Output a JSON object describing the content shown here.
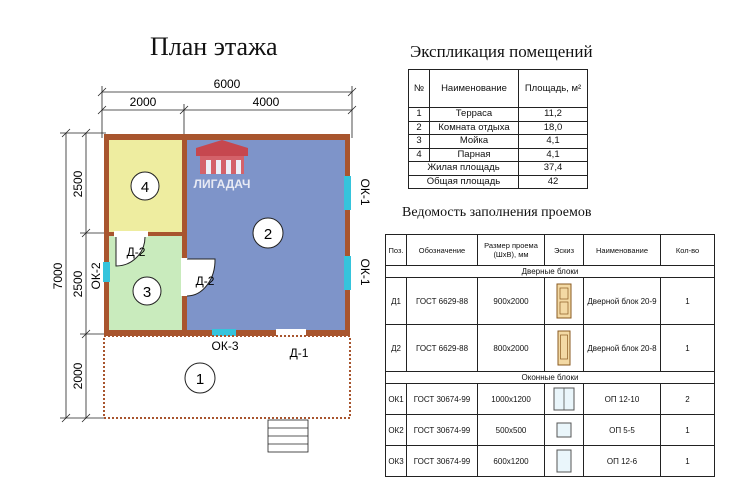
{
  "plan": {
    "title": "План этажа",
    "dims": {
      "top_total": "6000",
      "top_left": "2000",
      "top_right": "4000",
      "left_total": "7000",
      "left_a": "2500",
      "left_b": "2500",
      "left_c": "2000"
    },
    "rooms": [
      "4",
      "2",
      "3",
      "1"
    ],
    "labels": {
      "d2_a": "Д-2",
      "d2_b": "Д-2",
      "d1": "Д-1",
      "ok1_a": "ОК-1",
      "ok1_b": "ОК-1",
      "ok2": "ОК-2",
      "ok3": "ОК-3"
    },
    "watermark": "ЛИГАДАЧ",
    "colors": {
      "room2": "#7e94c9",
      "room3": "#c9ebbd",
      "room4": "#eeeda0",
      "wall": "#a8552e",
      "window": "#35c4dc"
    }
  },
  "explication": {
    "title": "Экспликация помещений",
    "headers": [
      "№",
      "Наименование",
      "Площадь, м²"
    ],
    "rows": [
      [
        "1",
        "Терраса",
        "11,2"
      ],
      [
        "2",
        "Комната отдыха",
        "18,0"
      ],
      [
        "3",
        "Мойка",
        "4,1"
      ],
      [
        "4",
        "Парная",
        "4,1"
      ]
    ],
    "totals": [
      [
        "Жилая площадь",
        "37,4"
      ],
      [
        "Общая площадь",
        "42"
      ]
    ]
  },
  "openings": {
    "title": "Ведомость заполнения проемов",
    "headers": [
      "Поз.",
      "Обозначение",
      "Размер проема (ШxВ), мм",
      "Эскиз",
      "Наименование",
      "Кол-во"
    ],
    "sections": [
      {
        "title": "Дверные блоки",
        "rows": [
          [
            "Д1",
            "ГОСТ 6629-88",
            "900x2000",
            "Дверной блок 20-9",
            "1"
          ],
          [
            "Д2",
            "ГОСТ 6629-88",
            "800x2000",
            "Дверной блок 20-8",
            "1"
          ]
        ]
      },
      {
        "title": "Оконные блоки",
        "rows": [
          [
            "ОК1",
            "ГОСТ 30674-99",
            "1000x1200",
            "ОП 12-10",
            "2"
          ],
          [
            "ОК2",
            "ГОСТ 30674-99",
            "500x500",
            "ОП 5-5",
            "1"
          ],
          [
            "ОК3",
            "ГОСТ 30674-99",
            "600x1200",
            "ОП 12-6",
            "1"
          ]
        ]
      }
    ]
  }
}
